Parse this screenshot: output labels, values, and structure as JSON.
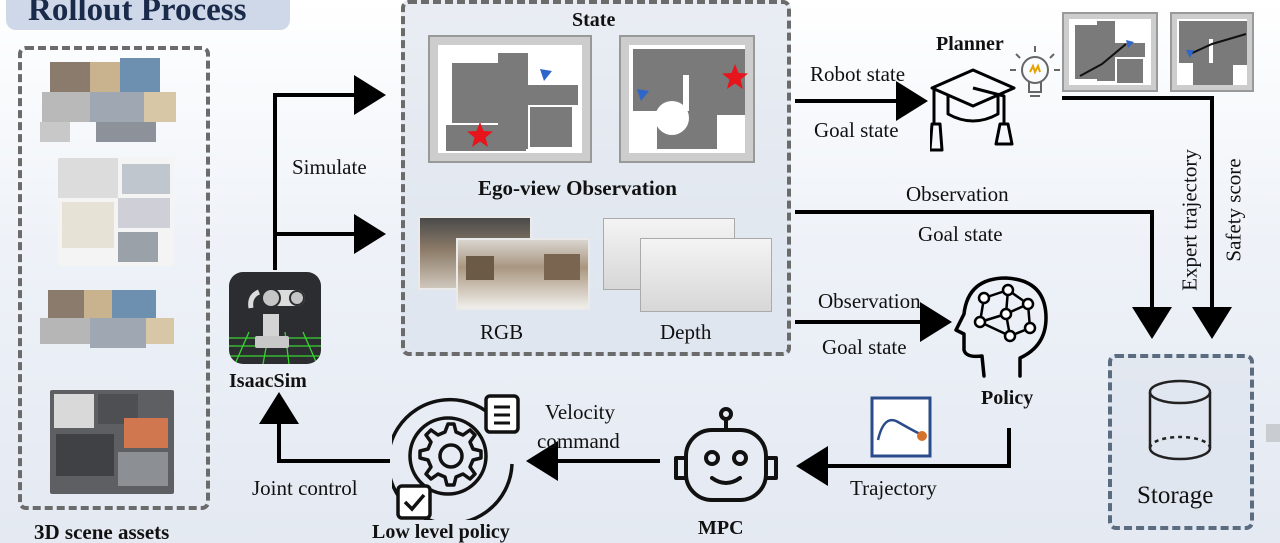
{
  "title": "Rollout Process",
  "scene_assets": {
    "label": "3D scene assets"
  },
  "state": {
    "title": "State",
    "ego_title": "Ego-view Observation",
    "rgb_label": "RGB",
    "depth_label": "Depth"
  },
  "isaacsim": {
    "label": "IsaacSim"
  },
  "planner": {
    "label": "Planner"
  },
  "policy": {
    "label": "Policy"
  },
  "mpc": {
    "label": "MPC"
  },
  "low_level": {
    "label": "Low level policy"
  },
  "storage": {
    "label": "Storage"
  },
  "edges": {
    "simulate": "Simulate",
    "robot_state": "Robot state",
    "goal_state_planner": "Goal state",
    "observation_storage": "Observation",
    "goal_state_storage": "Goal state",
    "observation_policy": "Observation",
    "goal_state_policy": "Goal state",
    "expert_trajectory": "Expert trajectory",
    "safety_score": "Safety score",
    "trajectory": "Trajectory",
    "velocity_command_1": "Velocity",
    "velocity_command_2": "command",
    "joint_control": "Joint control"
  },
  "colors": {
    "title_bg": "#cfd8e8",
    "goal_star": "#e8141c",
    "robot_marker": "#2e66c9",
    "arrow": "#000000"
  },
  "icons": [
    "graduation-cap-icon",
    "lightbulb-icon",
    "brain-head-icon",
    "robot-face-icon",
    "gear-icon",
    "list-icon",
    "checkbox-icon",
    "cylinder-icon",
    "trajectory-plot-icon",
    "robot-arm-icon"
  ]
}
